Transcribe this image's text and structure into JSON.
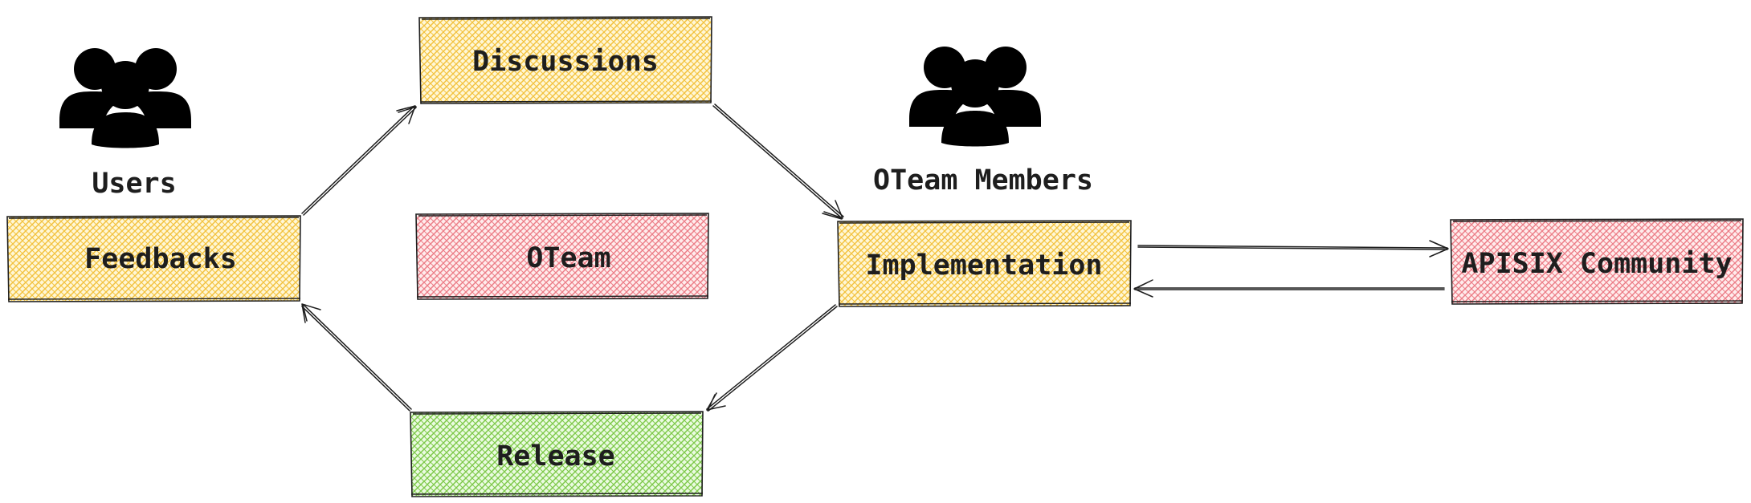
{
  "nodes": {
    "discussions": "Discussions",
    "feedbacks": "Feedbacks",
    "oteam": "OTeam",
    "implementation": "Implementation",
    "release": "Release",
    "apisix": "APISIX Community"
  },
  "actors": {
    "users": "Users",
    "members": "OTeam Members"
  },
  "colors": {
    "yellow": "#fbd96a",
    "red": "#f5a3a8",
    "green": "#9ad76a",
    "ink": "#1e1e1e"
  },
  "icons": {
    "users": "user-group-icon",
    "members": "user-group-icon"
  }
}
